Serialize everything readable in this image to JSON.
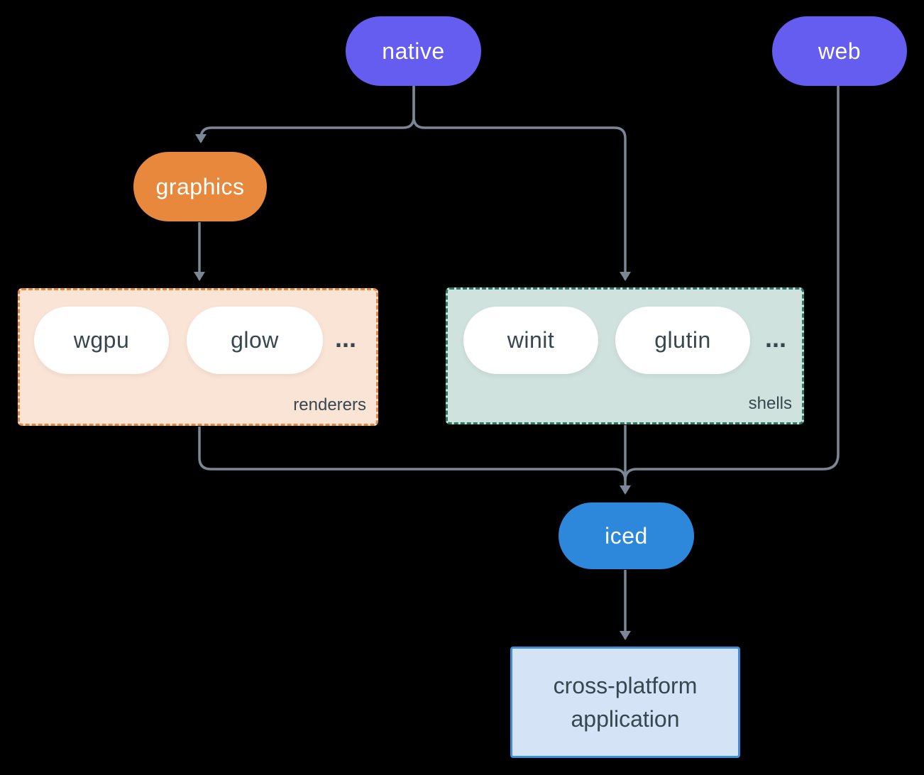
{
  "colors": {
    "background": "#000000",
    "purple": "#655CF0",
    "orange": "#E8883C",
    "blue": "#2D87DB",
    "pill_white": "#FFFFFF",
    "renderers_fill": "#FAE4D6",
    "renderers_border": "#E8883C",
    "shells_fill": "#D0E2DD",
    "shells_border": "#2B7A68",
    "app_fill": "#D4E4F6",
    "app_border": "#3E8EDC",
    "edge": "#7A8794",
    "text_light": "#FFFFFF",
    "text_dark": "#37474F"
  },
  "nodes": {
    "native": {
      "label": "native"
    },
    "web": {
      "label": "web"
    },
    "graphics": {
      "label": "graphics"
    },
    "iced": {
      "label": "iced"
    },
    "application": {
      "label": "cross-platform application",
      "lines": [
        "cross-platform",
        "application"
      ]
    }
  },
  "groups": {
    "renderers": {
      "label": "renderers",
      "items": [
        "wgpu",
        "glow"
      ],
      "ellipsis": "..."
    },
    "shells": {
      "label": "shells",
      "items": [
        "winit",
        "glutin"
      ],
      "ellipsis": "..."
    }
  }
}
